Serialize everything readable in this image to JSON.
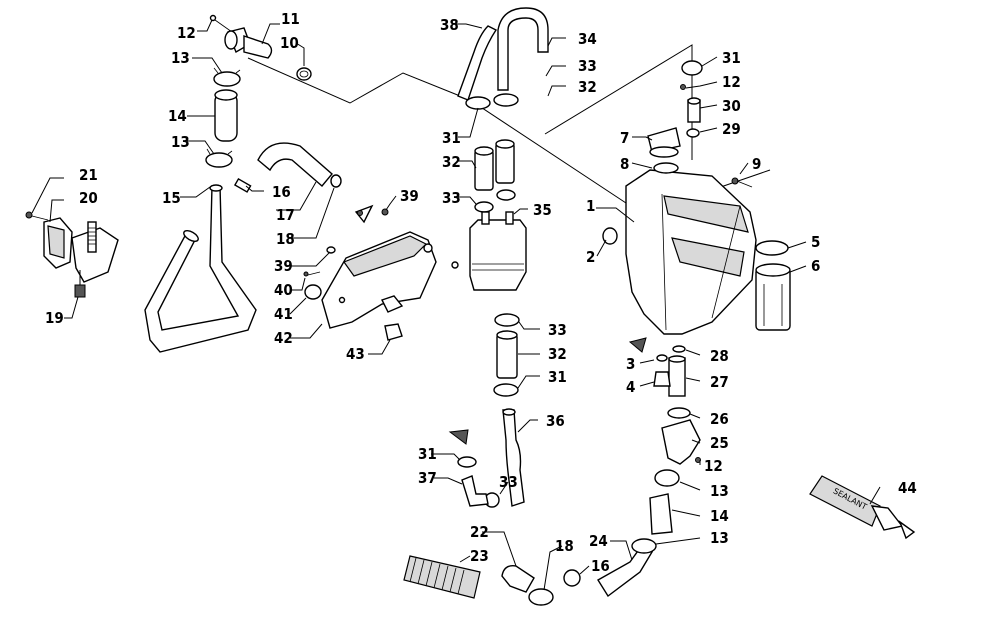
{
  "diagram": {
    "callouts": [
      "1",
      "2",
      "3",
      "4",
      "5",
      "6",
      "7",
      "8",
      "9",
      "10",
      "11",
      "12",
      "12",
      "12",
      "13",
      "13",
      "13",
      "13",
      "14",
      "14",
      "15",
      "16",
      "16",
      "17",
      "18",
      "18",
      "19",
      "20",
      "21",
      "22",
      "23",
      "24",
      "25",
      "26",
      "27",
      "28",
      "29",
      "30",
      "31",
      "31",
      "31",
      "31",
      "32",
      "32",
      "32",
      "33",
      "33",
      "33",
      "33",
      "34",
      "35",
      "36",
      "37",
      "38",
      "39",
      "39",
      "40",
      "41",
      "42",
      "43",
      "44"
    ],
    "sealant_tube_label": "SEALANT"
  }
}
